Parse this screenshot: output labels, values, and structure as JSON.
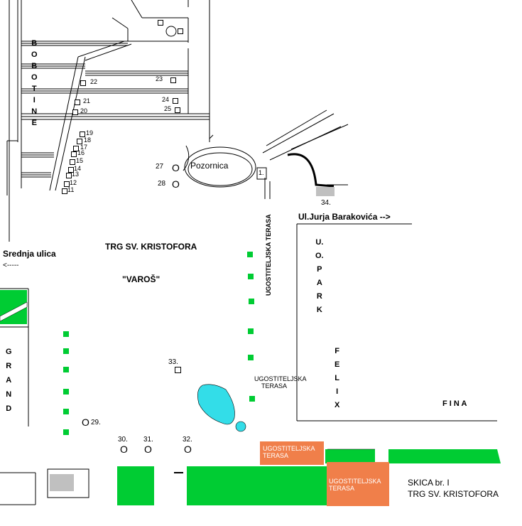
{
  "colors": {
    "green": "#00cc33",
    "orange": "#f07f4a",
    "water": "#33dde8",
    "grey": "#c0c0c0",
    "line": "#000000"
  },
  "labels": {
    "bobotine": [
      "B",
      "O",
      "B",
      "O",
      "T",
      "I",
      "N",
      "E"
    ],
    "grand": [
      "G",
      "R",
      "A",
      "N",
      "D"
    ],
    "felix": [
      "F",
      "E",
      "L",
      "I",
      "X"
    ],
    "uopark": [
      "U.",
      "O.",
      "P",
      "A",
      "R",
      "K"
    ],
    "pozornica": "Pozornica",
    "stage_number": "1.",
    "square": "TRG SV. KRISTOFORA",
    "varos": "\"VAROŠ\"",
    "srednja": "Srednja ulica",
    "srednja_arrow": "<-----",
    "jurja": "Ul.Jurja Barakovića -->",
    "fina": "F I N A",
    "terasa_vertical": "UGOSTITELJSKA TERASA",
    "terasa_right": [
      "UGOSTITELJSKA",
      "TERASA"
    ],
    "terasa_orange_left": [
      "UGOSTITELJSKA",
      "TERASA"
    ],
    "terasa_orange_right": [
      "UGOSTITELJSKA",
      "TERASA"
    ],
    "skica": [
      "SKICA br. I",
      "TRG SV. KRISTOFORA"
    ]
  },
  "stalls": [
    "11",
    "12",
    "13",
    "14",
    "15",
    "16",
    "17",
    "18",
    "19",
    "20",
    "21",
    "22",
    "23",
    "24",
    "25",
    "34."
  ],
  "points": {
    "p27": "27",
    "p28": "28",
    "p29": "29.",
    "p30": "30.",
    "p31": "31.",
    "p32": "32.",
    "p33": "33.",
    "circle_symbol": "O"
  }
}
